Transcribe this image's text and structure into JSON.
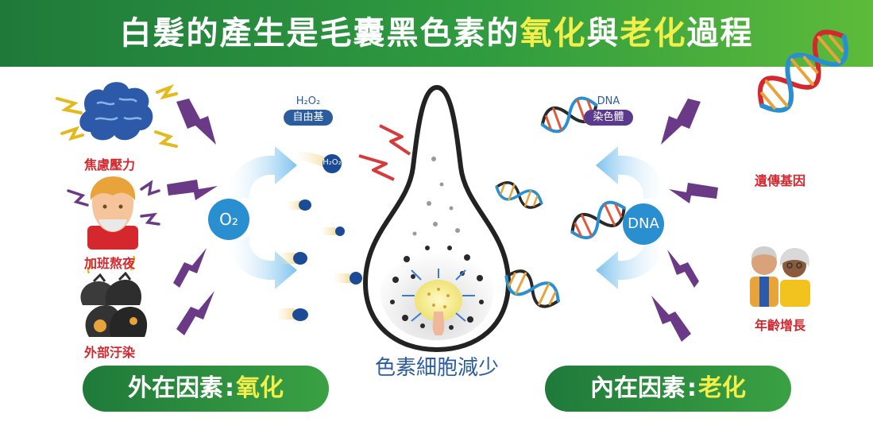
{
  "title": {
    "part1": "白髮的產生是毛囊黑色素的",
    "hl1": "氧化",
    "mid": "與",
    "hl2": "老化",
    "part2": "過程"
  },
  "left_causes": [
    "焦慮壓力",
    "加班熬夜",
    "外部汙染"
  ],
  "right_causes": [
    "遺傳基因",
    "年齡增長"
  ],
  "free_radical": {
    "top": "H₂O₂",
    "label": "自由基",
    "ball_label": "H₂O₂"
  },
  "chromosome": {
    "top": "DNA",
    "label": "染色體"
  },
  "circles": {
    "left": "O₂",
    "right": "DNA"
  },
  "center_caption": "色素細胞減少",
  "bottom_left": {
    "prefix": "外在因素",
    "colon": ":",
    "highlight": "氧化"
  },
  "bottom_right": {
    "prefix": "內在因素",
    "colon": ":",
    "highlight": "老化"
  },
  "colors": {
    "green_dark": "#1f7a3a",
    "green_light": "#5dbb3a",
    "highlight_yellow": "#f2ee4a",
    "cause_red": "#d5282e",
    "lightning_purple": "#6b3a87",
    "lightning_red": "#d73a3a",
    "navy": "#1b4a96",
    "pill_blue": "#2b5d9e",
    "pill_purple": "#5a3a8c",
    "arrow_blue": "#8ecaf0"
  }
}
